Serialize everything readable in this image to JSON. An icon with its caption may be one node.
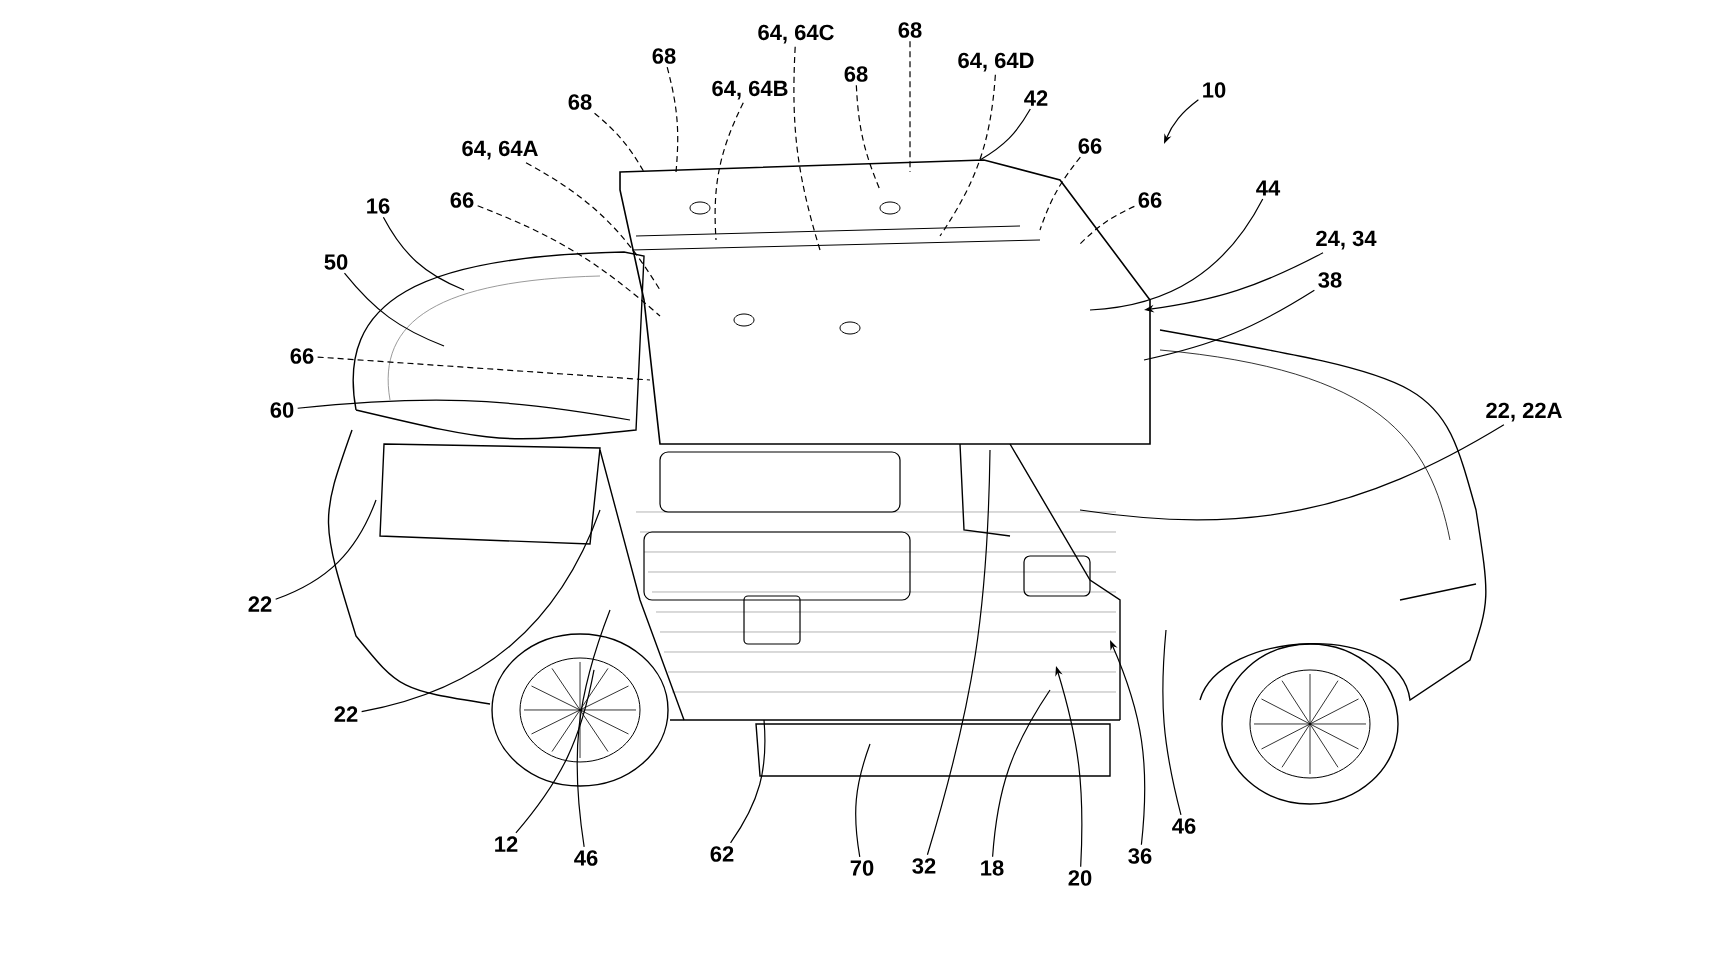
{
  "diagram": {
    "nodes": [
      {
        "text": [
          "10"
        ]
      },
      {
        "text": [
          "68"
        ]
      },
      {
        "text": [
          "64, 64C"
        ]
      },
      {
        "text": [
          "68"
        ]
      },
      {
        "text": [
          "64, 64D"
        ]
      },
      {
        "text": [
          "42"
        ]
      },
      {
        "text": [
          "68"
        ]
      },
      {
        "text": [
          "64, 64B"
        ]
      },
      {
        "text": [
          "68"
        ]
      },
      {
        "text": [
          "64, 64A"
        ]
      },
      {
        "text": [
          "66"
        ]
      },
      {
        "text": [
          "66"
        ]
      },
      {
        "text": [
          "66"
        ]
      },
      {
        "text": [
          "44"
        ]
      },
      {
        "text": [
          "24, 34"
        ]
      },
      {
        "text": [
          "38"
        ]
      },
      {
        "text": [
          "16"
        ]
      },
      {
        "text": [
          "50"
        ]
      },
      {
        "text": [
          "66"
        ]
      },
      {
        "text": [
          "60"
        ]
      },
      {
        "text": [
          "22, 22A"
        ]
      },
      {
        "text": [
          "22"
        ]
      },
      {
        "text": [
          "22"
        ]
      },
      {
        "text": [
          "12"
        ]
      },
      {
        "text": [
          "46"
        ]
      },
      {
        "text": [
          "62"
        ]
      },
      {
        "text": [
          "70"
        ]
      },
      {
        "text": [
          "32"
        ]
      },
      {
        "text": [
          "18"
        ]
      },
      {
        "text": [
          "20"
        ]
      },
      {
        "text": [
          "36"
        ]
      },
      {
        "text": [
          "46"
        ]
      }
    ],
    "edges": [
      {
        "from": 0,
        "to": null,
        "arrow": "to"
      },
      {
        "from": 1,
        "to": null,
        "arrow": "none",
        "style": "dashed"
      },
      {
        "from": 2,
        "to": null,
        "arrow": "none",
        "style": "dashed"
      },
      {
        "from": 3,
        "to": null,
        "arrow": "none",
        "style": "dashed"
      },
      {
        "from": 4,
        "to": null,
        "arrow": "none",
        "style": "dashed"
      },
      {
        "from": 5,
        "to": null,
        "arrow": "none"
      },
      {
        "from": 6,
        "to": null,
        "arrow": "none",
        "style": "dashed"
      },
      {
        "from": 7,
        "to": null,
        "arrow": "none",
        "style": "dashed"
      },
      {
        "from": 8,
        "to": null,
        "arrow": "none",
        "style": "dashed"
      },
      {
        "from": 9,
        "to": null,
        "arrow": "none",
        "style": "dashed"
      },
      {
        "from": 10,
        "to": null,
        "arrow": "none",
        "style": "dashed"
      },
      {
        "from": 11,
        "to": null,
        "arrow": "none",
        "style": "dashed"
      },
      {
        "from": 12,
        "to": null,
        "arrow": "none",
        "style": "dashed"
      },
      {
        "from": 13,
        "to": null,
        "arrow": "none"
      },
      {
        "from": 14,
        "to": null,
        "arrow": "to"
      },
      {
        "from": 15,
        "to": null,
        "arrow": "none"
      },
      {
        "from": 16,
        "to": null,
        "arrow": "none"
      },
      {
        "from": 17,
        "to": null,
        "arrow": "none"
      },
      {
        "from": 18,
        "to": null,
        "arrow": "none",
        "style": "dashed"
      },
      {
        "from": 19,
        "to": null,
        "arrow": "none"
      },
      {
        "from": 20,
        "to": null,
        "arrow": "none"
      },
      {
        "from": 21,
        "to": null,
        "arrow": "none"
      },
      {
        "from": 22,
        "to": null,
        "arrow": "none"
      },
      {
        "from": 23,
        "to": null,
        "arrow": "none"
      },
      {
        "from": 24,
        "to": null,
        "arrow": "none"
      },
      {
        "from": 25,
        "to": null,
        "arrow": "none"
      },
      {
        "from": 26,
        "to": null,
        "arrow": "none"
      },
      {
        "from": 27,
        "to": null,
        "arrow": "none"
      },
      {
        "from": 28,
        "to": null,
        "arrow": "none"
      },
      {
        "from": 29,
        "to": null,
        "arrow": "to"
      },
      {
        "from": 30,
        "to": null,
        "arrow": "to"
      },
      {
        "from": 31,
        "to": null,
        "arrow": "none"
      }
    ]
  }
}
